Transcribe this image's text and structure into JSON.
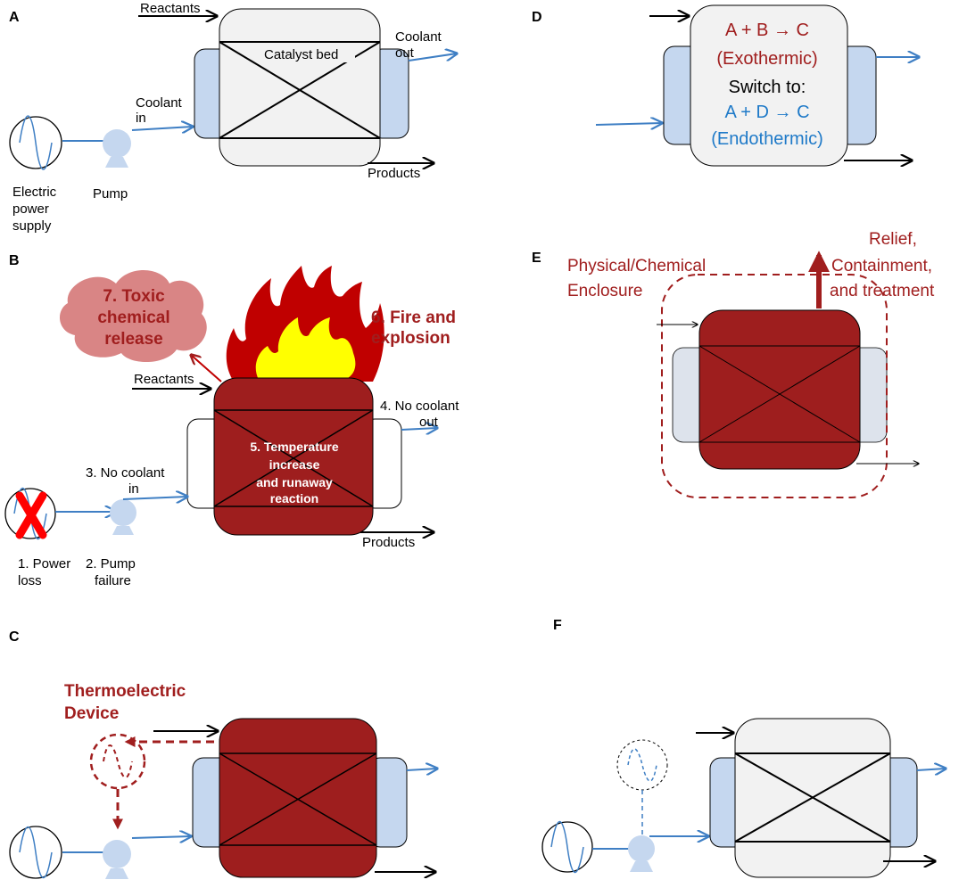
{
  "colors": {
    "reactor_light": "#f2f2f2",
    "reactor_dark": "#9e1e1e",
    "jacket_blue": "#c5d7ef",
    "jacket_gray": "#dde3ec",
    "stream_blue": "#3f7fc4",
    "fire_red": "#c00000",
    "fire_yellow": "#ffff00",
    "toxic_cloud": "#d98585",
    "text_red": "#a01e1e",
    "text_blue": "#1f7ac8"
  },
  "panelA": {
    "letter": "A",
    "reactants": "Reactants",
    "catalyst_bed": "Catalyst bed",
    "coolant_out": [
      "Coolant",
      "out"
    ],
    "coolant_in": [
      "Coolant",
      "in"
    ],
    "products": "Products",
    "power_supply": [
      "Electric",
      "power",
      "supply"
    ],
    "pump": "Pump"
  },
  "panelB": {
    "letter": "B",
    "toxic": [
      "7. Toxic",
      "chemical",
      "release"
    ],
    "fire": [
      "6. Fire and",
      "explosion"
    ],
    "reactants": "Reactants",
    "no_coolant_out": [
      "4. No coolant",
      "out"
    ],
    "no_coolant_in": [
      "3. No coolant",
      "in"
    ],
    "temperature": [
      "5. Temperature",
      "increase",
      "and runaway",
      "reaction"
    ],
    "products": "Products",
    "power_loss": [
      "1. Power",
      "loss"
    ],
    "pump_failure": [
      "2. Pump",
      "failure"
    ]
  },
  "panelC": {
    "letter": "C",
    "device": [
      "Thermoelectric",
      "Device"
    ]
  },
  "panelD": {
    "letter": "D",
    "lines": [
      "A + B → C",
      "(Exothermic)",
      "Switch to:",
      "A + D → C",
      "(Endothermic)"
    ]
  },
  "panelE": {
    "letter": "E",
    "enclosure": [
      "Physical/Chemical",
      "Enclosure"
    ],
    "relief": [
      "Relief,",
      "Containment,",
      "and treatment"
    ]
  },
  "panelF": {
    "letter": "F"
  }
}
